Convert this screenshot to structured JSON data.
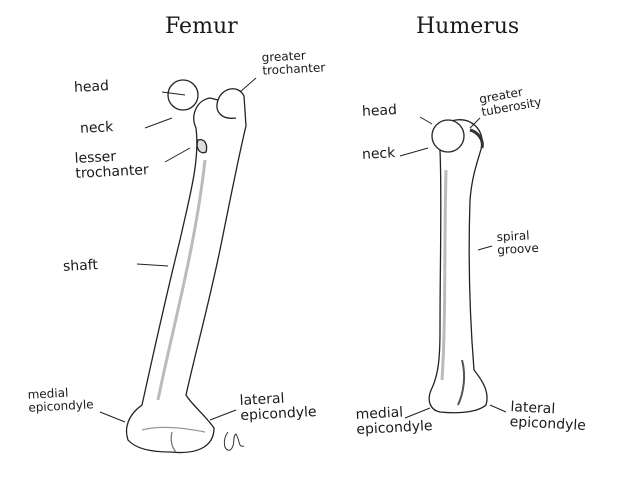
{
  "femur": {
    "title": "Femur",
    "labels": {
      "head": "head",
      "greater_trochanter": [
        "greater",
        "trochanter"
      ],
      "neck": "neck",
      "lesser_trochanter": [
        "lesser",
        "trochanter"
      ],
      "shaft": "shaft",
      "medial_epicondyle": [
        "medial",
        "epicondyle"
      ],
      "lateral_epicondyle": [
        "lateral",
        "epicondyle"
      ]
    }
  },
  "humerus": {
    "title": "Humerus",
    "labels": {
      "head": "head",
      "greater_tuberosity": [
        "greater",
        "tuberosity"
      ],
      "neck": "neck",
      "spiral_groove": [
        "spiral",
        "groove"
      ],
      "medial_epicondyle": [
        "medial",
        "epicondyle"
      ],
      "lateral_epicondyle": [
        "lateral",
        "epicondyle"
      ]
    }
  },
  "colors": {
    "ink": "#1a1a1a",
    "shade": "#bdbdbd"
  }
}
